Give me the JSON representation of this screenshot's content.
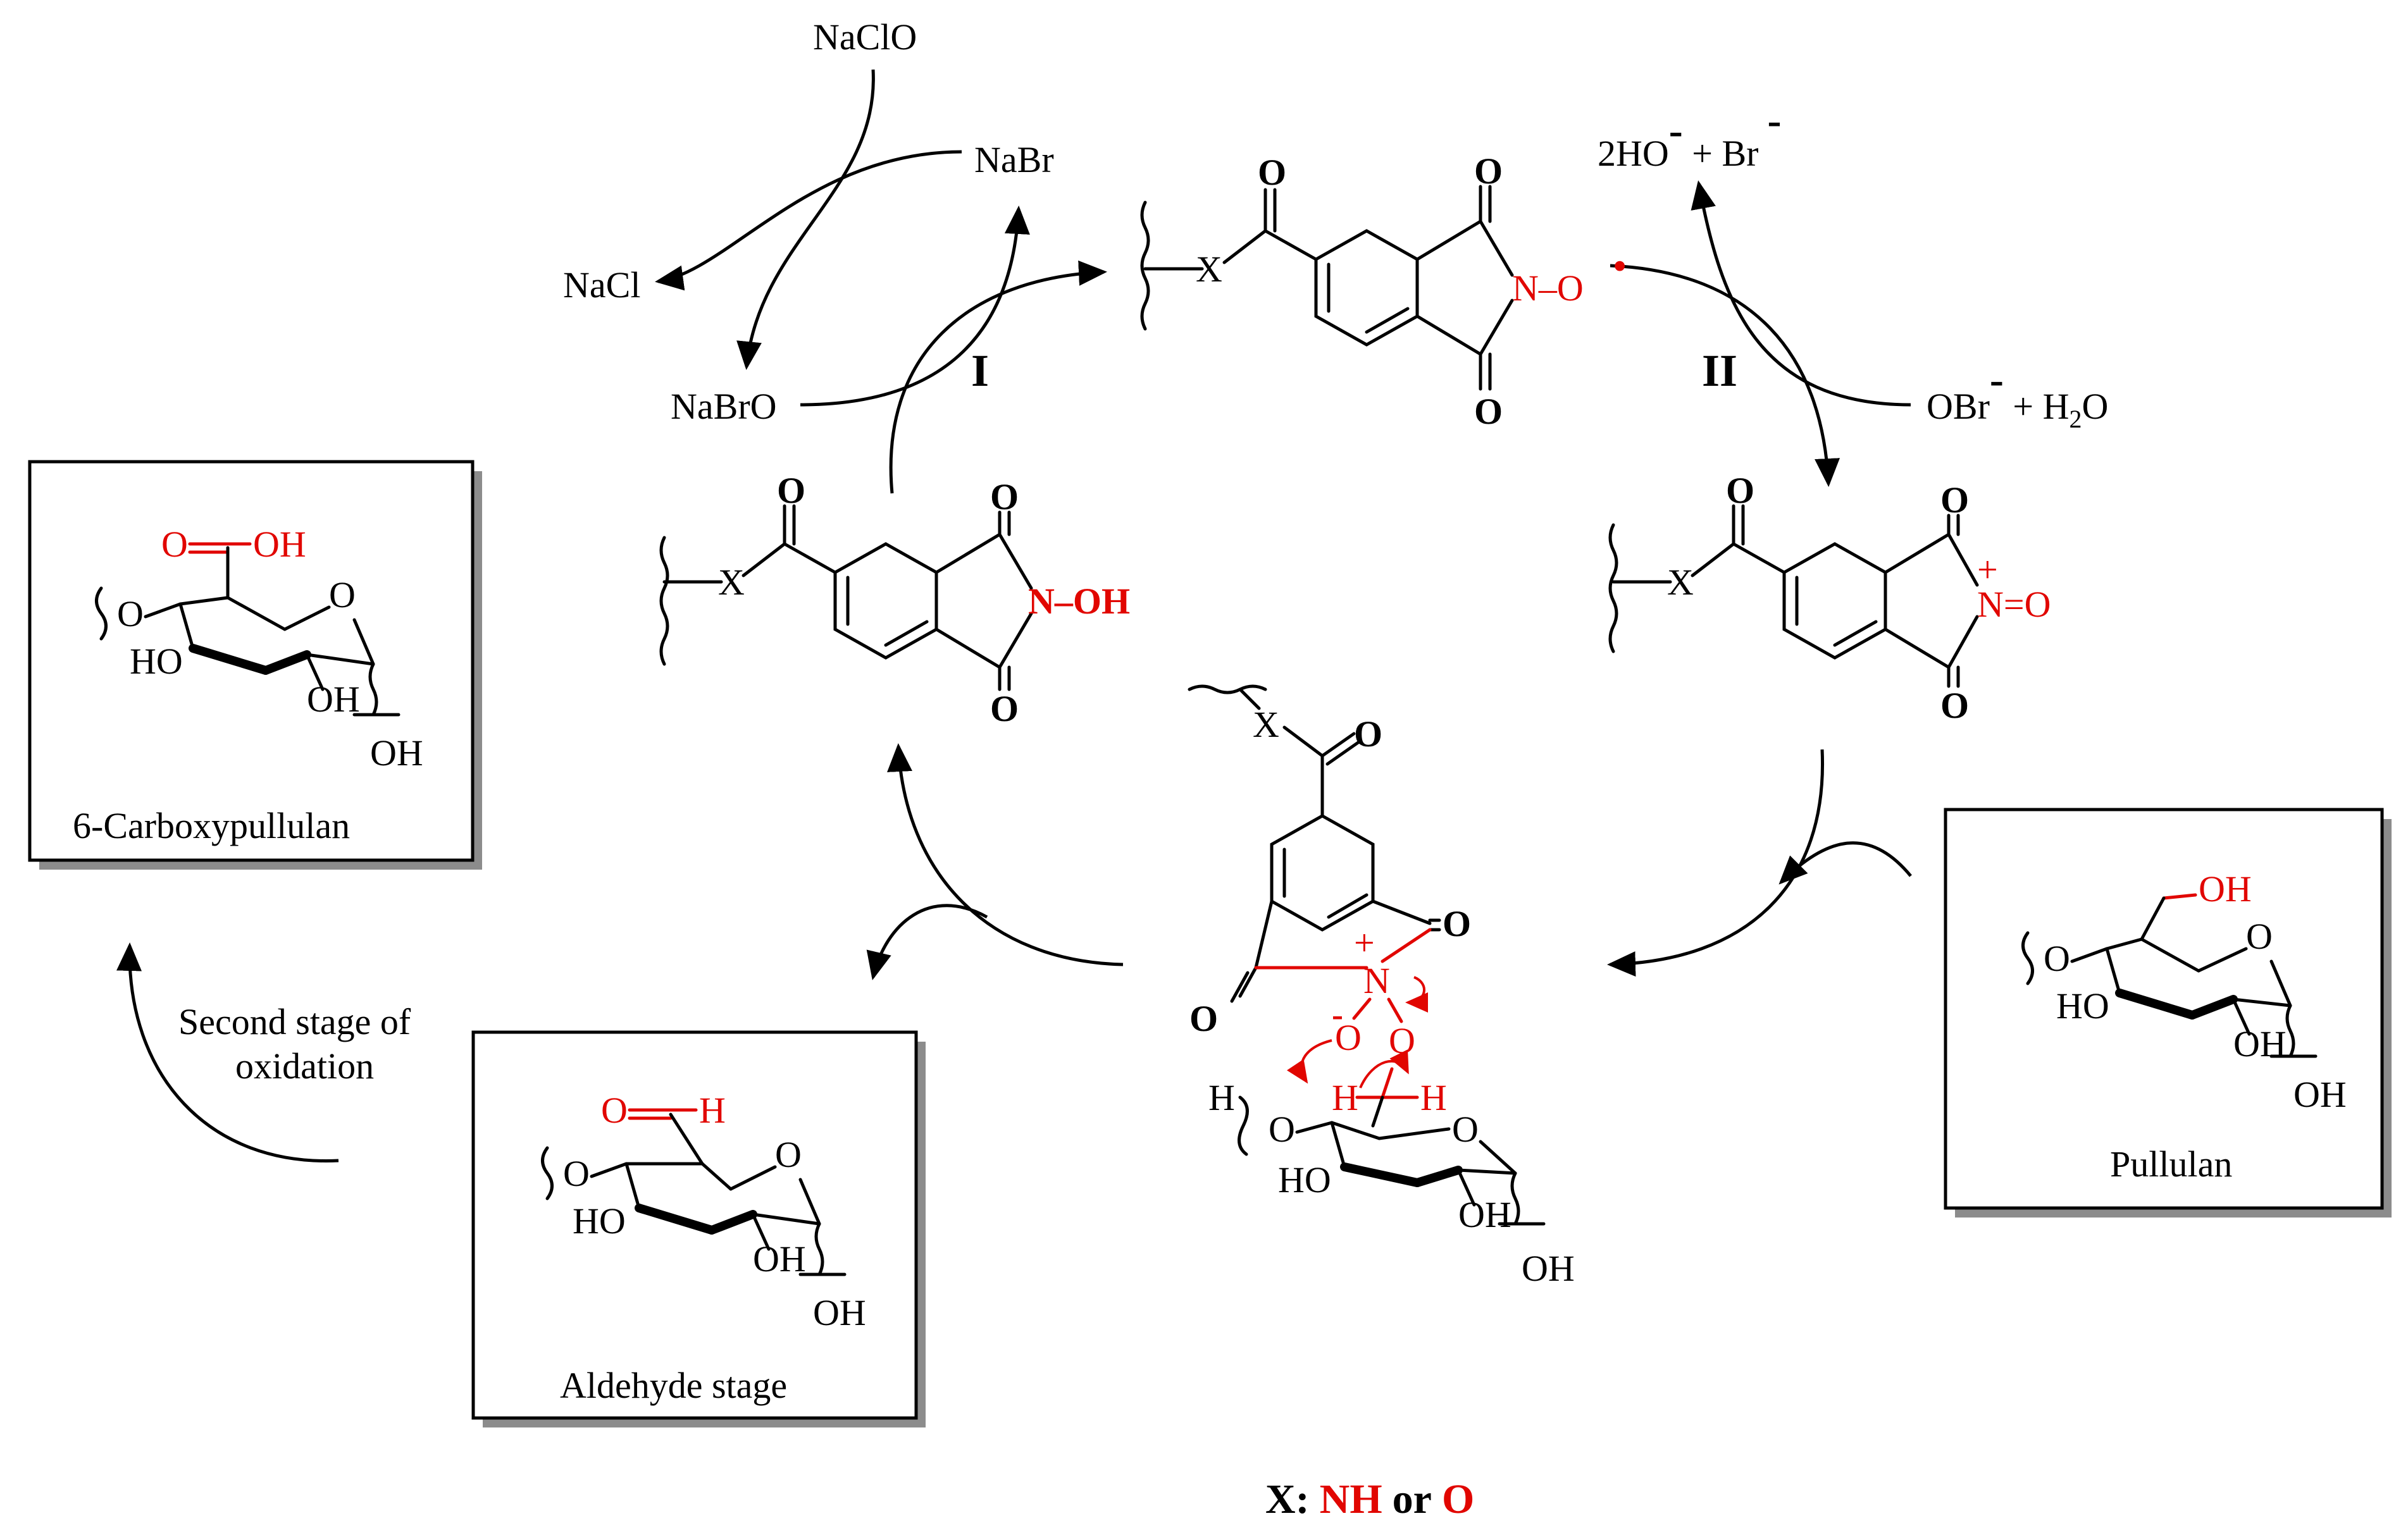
{
  "reagents": {
    "naclo": "NaClO",
    "nabr": "NaBr",
    "nacl": "NaCl",
    "nabro": "NaBrO",
    "hydroxide_prefix": "2HO",
    "bromide_mid": " + Br",
    "hypobromite": "OBr",
    "water": " + H",
    "water_sub": "2",
    "water_tail": "O",
    "minus": "-"
  },
  "cycle_labels": {
    "stage_one": "I",
    "stage_two": "II"
  },
  "atoms": {
    "O": "O",
    "X": "X",
    "N": "N",
    "OH": "OH",
    "HO": "HO",
    "H": "H",
    "n_oxyl": "N–O",
    "radical": "•",
    "n_oh": "N–OH",
    "n_oxo": "N=O",
    "plus": "+",
    "x_label": "X:",
    "nh": "NH",
    "or": "or"
  },
  "boxes": {
    "carboxy": "6-Carboxypullulan",
    "pullulan": "Pullulan",
    "aldehyde": "Aldehyde stage"
  },
  "notes": {
    "second_stage_line1": "Second stage of",
    "second_stage_line2": "oxidation"
  }
}
